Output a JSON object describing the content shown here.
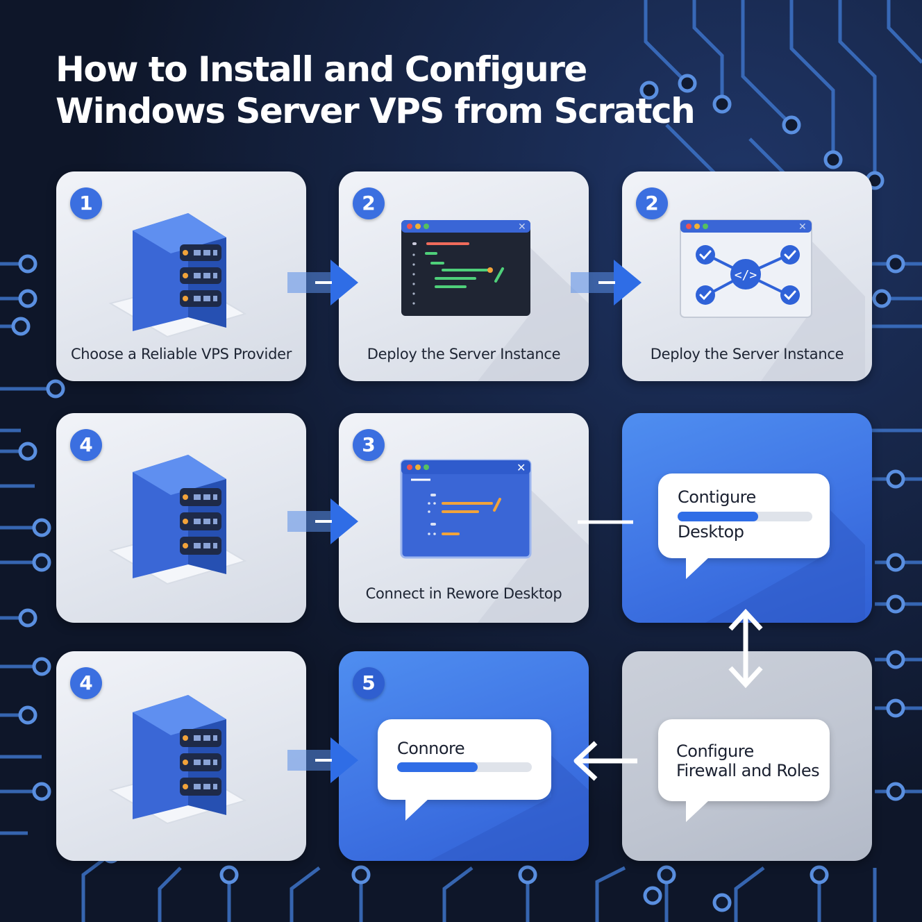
{
  "title": {
    "line1": "How to Install and Configure",
    "line2": "Windows Server VPS from Scratch"
  },
  "steps": [
    {
      "badge": "1",
      "label": "Choose a Reliable VPS Provider",
      "icon": "server-icon"
    },
    {
      "badge": "2",
      "label": "Deploy the Server Instance",
      "icon": "code-window-icon"
    },
    {
      "badge": "2",
      "label": "Deploy the Server Instance",
      "icon": "network-window-icon"
    },
    {
      "badge": "4",
      "label": "",
      "icon": "server-icon"
    },
    {
      "badge": "3",
      "label": "Connect in Rewore Desktop",
      "icon": "code-window-icon"
    },
    {
      "badge": "",
      "bubble_line1": "Contigure",
      "bubble_line2": "Desktop",
      "progress": 0.6
    },
    {
      "badge": "4",
      "label": "",
      "icon": "server-icon"
    },
    {
      "badge": "5",
      "bubble_line1": "Connore",
      "progress": 0.6
    },
    {
      "badge": "",
      "bubble_line1": "Configure",
      "bubble_line2": "Firewall and Roles"
    }
  ],
  "colors": {
    "background": "#101a30",
    "circuit": "#3d73c8",
    "accent": "#3b6fe0",
    "card": "#e6e9f0",
    "card_blue": "#4a86ee"
  }
}
